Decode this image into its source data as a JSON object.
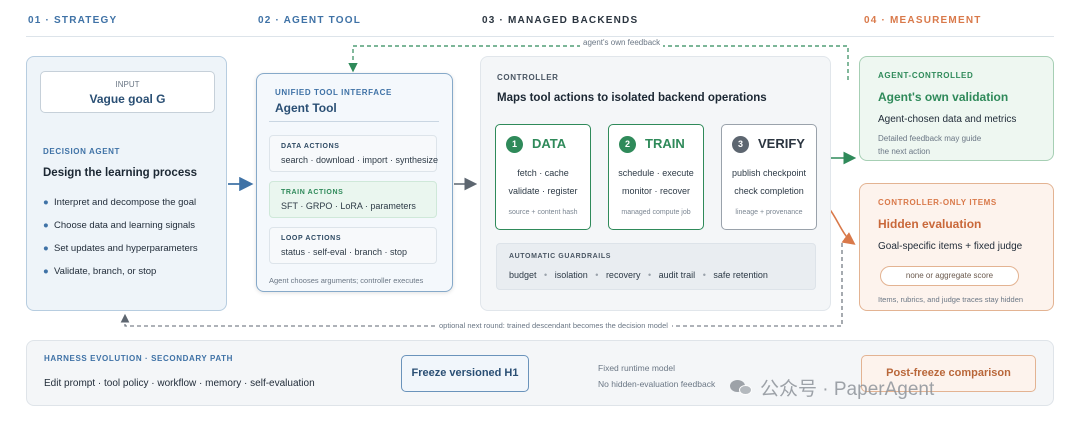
{
  "headers": {
    "strategy": "01 · STRATEGY",
    "agent_tool": "02 · AGENT TOOL",
    "backends": "03 · MANAGED BACKENDS",
    "measurement": "04 · MEASUREMENT"
  },
  "feedback_label": "agent's own feedback",
  "strategy": {
    "input_label": "INPUT",
    "input_value": "Vague goal G",
    "decision_label": "DECISION AGENT",
    "title": "Design the learning process",
    "bullets": [
      "Interpret and decompose the goal",
      "Choose data and learning signals",
      "Set updates and hyperparameters",
      "Validate, branch, or stop"
    ]
  },
  "agent_tool": {
    "label": "UNIFIED TOOL INTERFACE",
    "title": "Agent Tool",
    "actions": [
      {
        "title": "DATA ACTIONS",
        "items": "search · download · import · synthesize"
      },
      {
        "title": "TRAIN ACTIONS",
        "items": "SFT · GRPO · LoRA · parameters"
      },
      {
        "title": "LOOP ACTIONS",
        "items": "status · self-eval · branch · stop"
      }
    ],
    "footer": "Agent chooses arguments; controller executes"
  },
  "controller": {
    "label": "CONTROLLER",
    "title": "Maps tool actions to isolated backend operations",
    "steps": [
      {
        "num": "1",
        "title": "DATA",
        "line1": "fetch · cache",
        "line2": "validate · register",
        "foot": "source + content hash"
      },
      {
        "num": "2",
        "title": "TRAIN",
        "line1": "schedule · execute",
        "line2": "monitor · recover",
        "foot": "managed compute job"
      },
      {
        "num": "3",
        "title": "VERIFY",
        "line1": "publish checkpoint",
        "line2": "check completion",
        "foot": "lineage + provenance"
      }
    ],
    "guard_label": "AUTOMATIC GUARDRAILS",
    "guards": [
      "budget",
      "isolation",
      "recovery",
      "audit trail",
      "safe retention"
    ]
  },
  "measurement": {
    "agent_controlled": {
      "label": "AGENT-CONTROLLED",
      "title": "Agent's own validation",
      "subtitle": "Agent-chosen data and metrics",
      "note1": "Detailed feedback may guide",
      "note2": "the next action"
    },
    "controller_only": {
      "label": "CONTROLLER-ONLY ITEMS",
      "title": "Hidden evaluation",
      "subtitle": "Goal-specific items + fixed judge",
      "pill": "none or aggregate score",
      "note": "Items, rubrics, and judge traces stay hidden"
    }
  },
  "next_round": "optional next round: trained descendant becomes the decision model",
  "harness": {
    "label": "HARNESS EVOLUTION · SECONDARY PATH",
    "items": "Edit prompt · tool policy · workflow · memory · self-evaluation",
    "freeze": "Freeze versioned H1",
    "fixed1": "Fixed runtime model",
    "fixed2": "No hidden-evaluation feedback",
    "post": "Post-freeze comparison"
  },
  "watermark": "公众号 · PaperAgent",
  "colors": {
    "blue": "#3f72a6",
    "green": "#2f8a5a",
    "orange": "#d9794a",
    "gray": "#5d6670"
  }
}
